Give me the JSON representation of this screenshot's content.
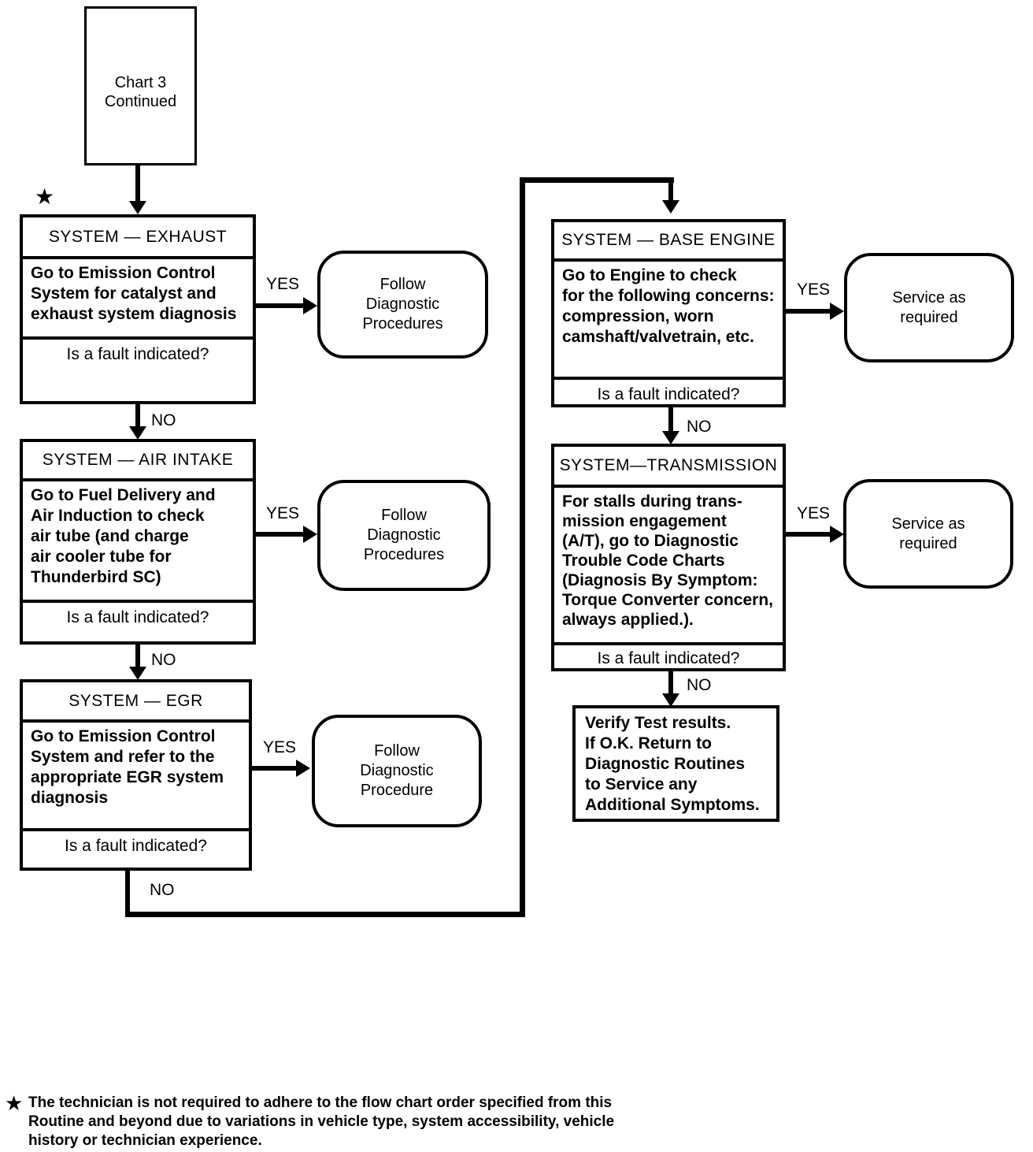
{
  "diagram": {
    "colors": {
      "ink": "#000000",
      "background": "#ffffff"
    },
    "star": "★",
    "yes": "YES",
    "no": "NO",
    "start": "Chart 3\nContinued",
    "nodes": {
      "exhaust": {
        "header": "SYSTEM — EXHAUST",
        "body": "Go to Emission Control\nSystem for catalyst and\nexhaust system diagnosis",
        "question": "Is a fault indicated?"
      },
      "air_intake": {
        "header": "SYSTEM — AIR INTAKE",
        "body": "Go to Fuel Delivery and\nAir Induction to check\nair tube (and charge\nair cooler tube for\nThunderbird SC)",
        "question": "Is a fault indicated?"
      },
      "egr": {
        "header": "SYSTEM — EGR",
        "body": "Go to Emission Control\nSystem and refer to the\nappropriate EGR system\ndiagnosis",
        "question": "Is a fault indicated?"
      },
      "base_engine": {
        "header": "SYSTEM — BASE ENGINE",
        "body": "Go to Engine to check\nfor the following concerns:\ncompression, worn\ncamshaft/valvetrain, etc.",
        "question": "Is a fault indicated?"
      },
      "transmission": {
        "header": "SYSTEM—TRANSMISSION",
        "body": "For stalls during trans-\nmission engagement\n(A/T), go to Diagnostic\nTrouble Code Charts\n(Diagnosis By Symptom:\nTorque Converter concern,\nalways applied.).",
        "question": "Is a fault indicated?"
      },
      "verify": {
        "body": "Verify Test results.\nIf O.K. Return to\nDiagnostic Routines\nto Service any\nAdditional Symptoms."
      }
    },
    "terminals": {
      "follow_procedures_1": "Follow\nDiagnostic\nProcedures",
      "follow_procedures_2": "Follow\nDiagnostic\nProcedures",
      "follow_procedure_3": "Follow\nDiagnostic\nProcedure",
      "service_as_required_1": "Service as\nrequired",
      "service_as_required_2": "Service as\nrequired"
    },
    "footnote": {
      "star": "★",
      "lines": [
        "The technician is not required to adhere to the flow chart order specified from this",
        "Routine and beyond due to variations in vehicle type, system accessibility, vehicle",
        "history or technician experience."
      ]
    }
  }
}
